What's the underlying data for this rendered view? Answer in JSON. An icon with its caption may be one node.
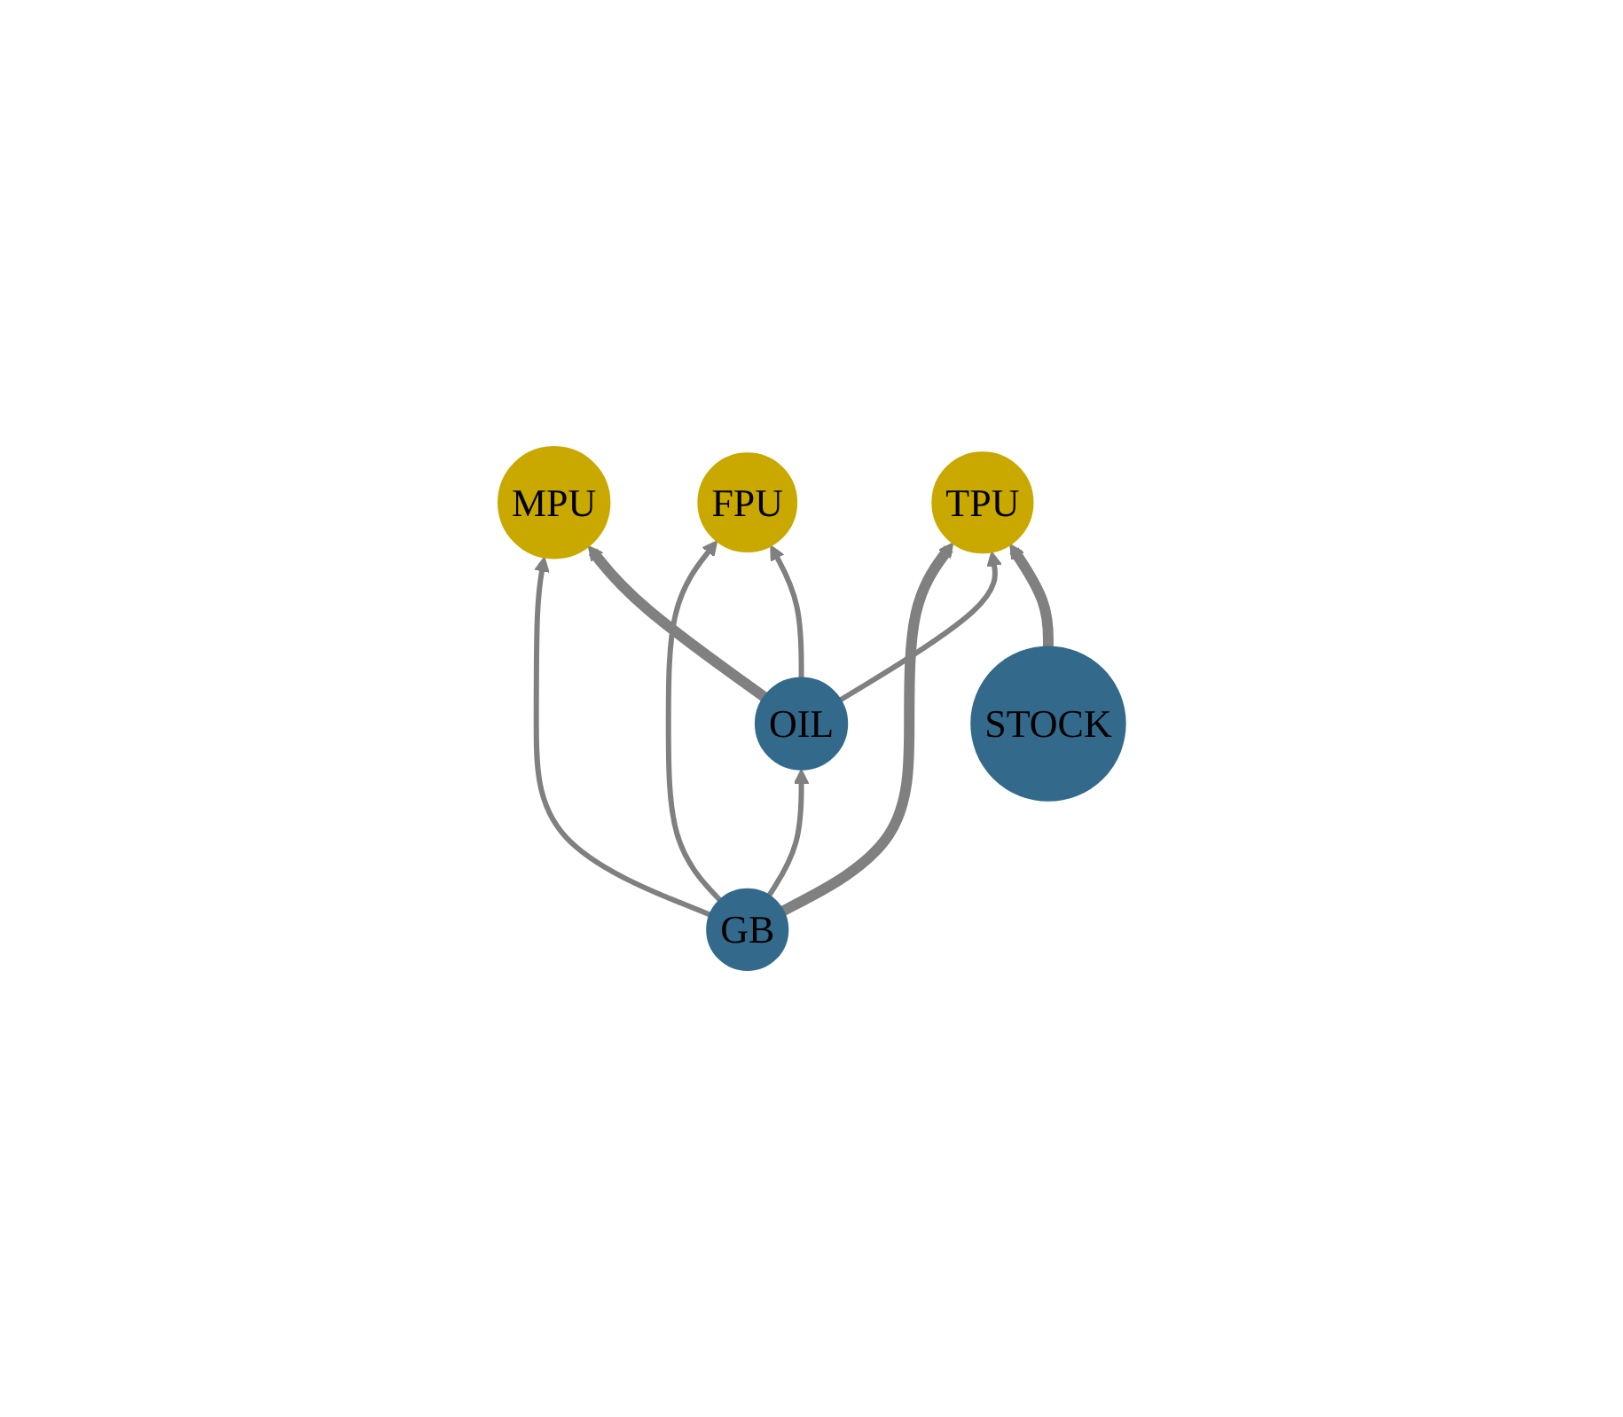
{
  "diagram": {
    "nodes": [
      {
        "text": [
          "MPU"
        ]
      },
      {
        "text": [
          "FPU"
        ]
      },
      {
        "text": [
          "TPU"
        ]
      },
      {
        "text": [
          "GB"
        ]
      },
      {
        "text": [
          "OIL"
        ]
      },
      {
        "text": [
          "STOCK"
        ]
      }
    ],
    "edges": [
      {
        "from": 3,
        "to": 0,
        "arrow": "to"
      },
      {
        "from": 3,
        "to": 1,
        "arrow": "to"
      },
      {
        "from": 3,
        "to": 2,
        "arrow": "to",
        "style": "thick"
      },
      {
        "from": 3,
        "to": 4,
        "arrow": "to"
      },
      {
        "from": 4,
        "to": 0,
        "arrow": "to",
        "style": "thick"
      },
      {
        "from": 4,
        "to": 1,
        "arrow": "to"
      },
      {
        "from": 4,
        "to": 2,
        "arrow": "to"
      },
      {
        "from": 5,
        "to": 2,
        "arrow": "to",
        "style": "thick"
      }
    ]
  }
}
